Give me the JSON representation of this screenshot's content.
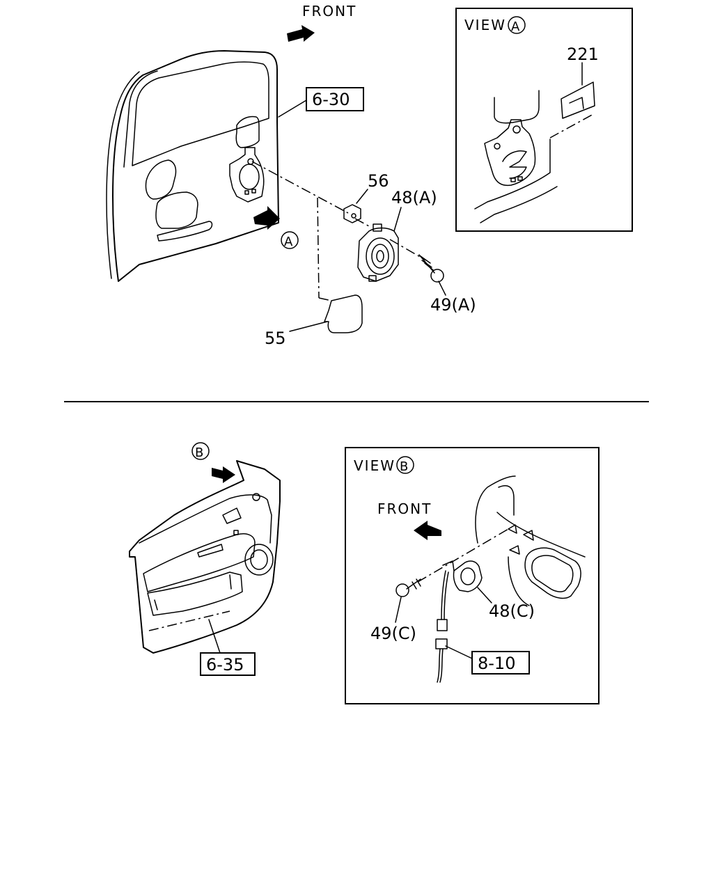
{
  "labels": {
    "front_top": "FRONT",
    "front_view_b": "FRONT",
    "view_a": "VIEW",
    "view_b": "VIEW",
    "circle_a": "A",
    "circle_a_view": "A",
    "circle_b": "B",
    "circle_b_view": "B",
    "ref_6_30": "6-30",
    "ref_6_35": "6-35",
    "ref_8_10": "8-10",
    "part_56": "56",
    "part_48a": "48(A)",
    "part_49a": "49(A)",
    "part_55": "55",
    "part_221": "221",
    "part_48c": "48(C)",
    "part_49c": "49(C)"
  }
}
